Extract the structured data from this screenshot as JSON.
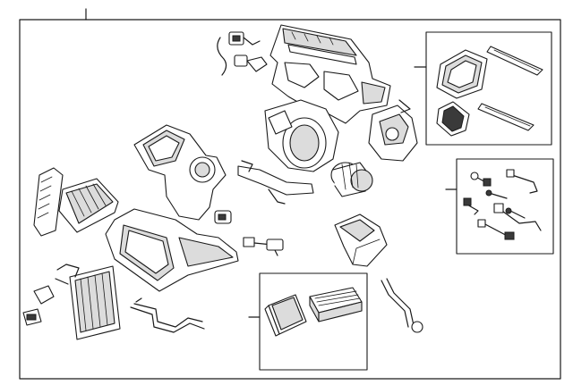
{
  "diagram": {
    "background": "#f2f2f2",
    "line_color": "#1a1a1a",
    "paper_color": "#ffffff",
    "parts": [
      {
        "id": "blower-motor-resistor",
        "icon": "connector-plugs"
      },
      {
        "id": "air-distribution-duct",
        "icon": "plenum-duct"
      },
      {
        "id": "floor-duct-adapters",
        "icon": "duct-adapters"
      },
      {
        "id": "mode-actuator",
        "icon": "actuator"
      },
      {
        "id": "blower-housing",
        "icon": "housing"
      },
      {
        "id": "blower-motor",
        "icon": "motor"
      },
      {
        "id": "intake-case",
        "icon": "intake"
      },
      {
        "id": "temperature-sensors",
        "icon": "sensors"
      },
      {
        "id": "heater-core",
        "icon": "core"
      },
      {
        "id": "evaporator-core",
        "icon": "core"
      },
      {
        "id": "main-case",
        "icon": "case"
      },
      {
        "id": "cabin-air-filter",
        "icon": "filter"
      },
      {
        "id": "drain-hose",
        "icon": "hose"
      }
    ]
  }
}
